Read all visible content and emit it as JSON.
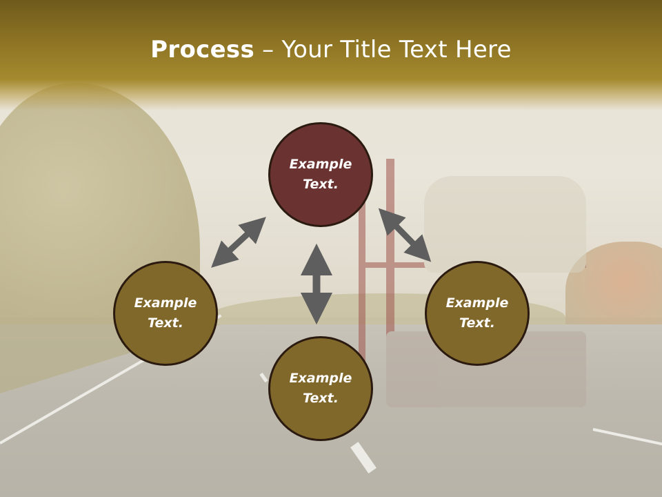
{
  "slide": {
    "title_bold": "Process",
    "title_rest": " – Your Title Text Here"
  },
  "diagram": {
    "nodes": [
      {
        "id": "top",
        "text": "Example Text.",
        "color": "#6b3232"
      },
      {
        "id": "left",
        "text": "Example Text.",
        "color": "#80672a"
      },
      {
        "id": "right",
        "text": "Example Text.",
        "color": "#80672a"
      },
      {
        "id": "bottom",
        "text": "Example Text.",
        "color": "#80672a"
      }
    ],
    "arrow_color": "#5e5e5e"
  }
}
